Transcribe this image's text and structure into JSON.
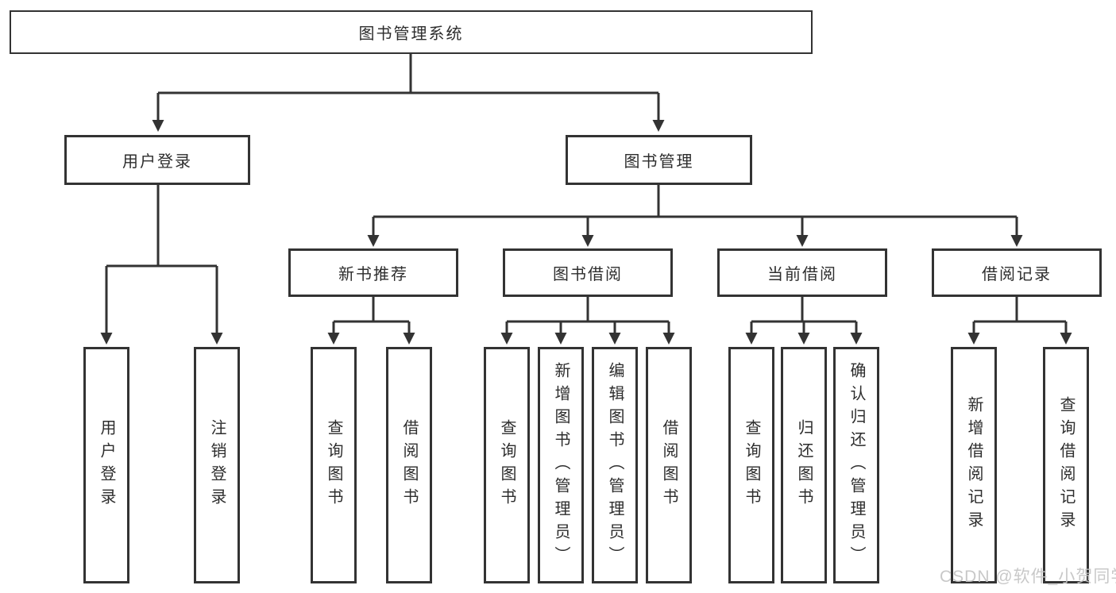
{
  "diagram": {
    "type": "hierarchy-structure-chart",
    "colors": {
      "line": "#333333",
      "text": "#2d2d2d",
      "background": "#ffffff",
      "watermark": "#c4c4c4"
    },
    "tree": {
      "label": "图书管理系统",
      "children": [
        {
          "label": "用户登录",
          "children": [
            {
              "label": "用户登录"
            },
            {
              "label": "注销登录"
            }
          ]
        },
        {
          "label": "图书管理",
          "children": [
            {
              "label": "新书推荐",
              "children": [
                {
                  "label": "查询图书"
                },
                {
                  "label": "借阅图书"
                }
              ]
            },
            {
              "label": "图书借阅",
              "children": [
                {
                  "label": "查询图书"
                },
                {
                  "label": "新增图书（管理员）"
                },
                {
                  "label": "编辑图书（管理员）"
                },
                {
                  "label": "借阅图书"
                }
              ]
            },
            {
              "label": "当前借阅",
              "children": [
                {
                  "label": "查询图书"
                },
                {
                  "label": "归还图书"
                },
                {
                  "label": "确认归还（管理员）"
                }
              ]
            },
            {
              "label": "借阅记录",
              "children": [
                {
                  "label": "新增借阅记录"
                },
                {
                  "label": "查询借阅记录"
                }
              ]
            }
          ]
        }
      ]
    },
    "watermark": {
      "text": "CSDN @软件_小贺同学"
    }
  }
}
